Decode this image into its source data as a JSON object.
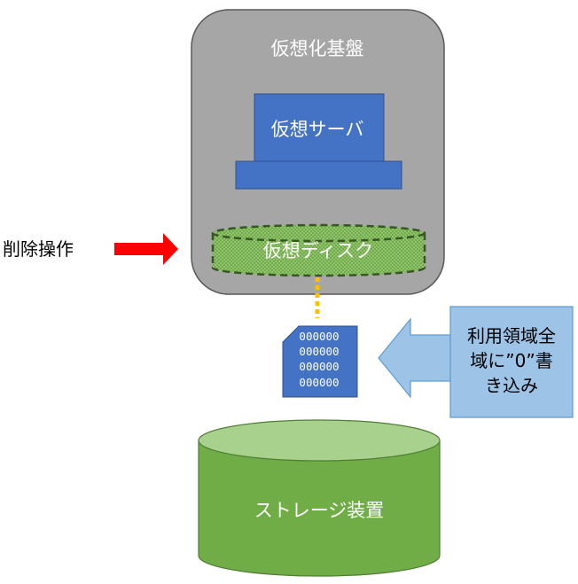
{
  "platform": {
    "title": "仮想化基盤"
  },
  "server": {
    "label": "仮想サーバ"
  },
  "vdisk": {
    "label": "仮想ディスク"
  },
  "delete_op": {
    "label": "削除操作"
  },
  "data_block": {
    "lines": [
      "000000",
      "000000",
      "000000",
      "000000"
    ]
  },
  "zero_write": {
    "lines": [
      "利用領域全",
      "域に”0”書",
      "き込み"
    ]
  },
  "storage": {
    "label": "ストレージ装置"
  },
  "colors": {
    "platform_fill": "#a6a6a6",
    "server_fill": "#4472c4",
    "vdisk_fill": "#70ad47",
    "storage_fill": "#70ad47",
    "storage_top": "#a9d18e",
    "delete_arrow": "#ff0000",
    "zero_arrow": "#9dc3e6",
    "connector": "#ffc000"
  }
}
